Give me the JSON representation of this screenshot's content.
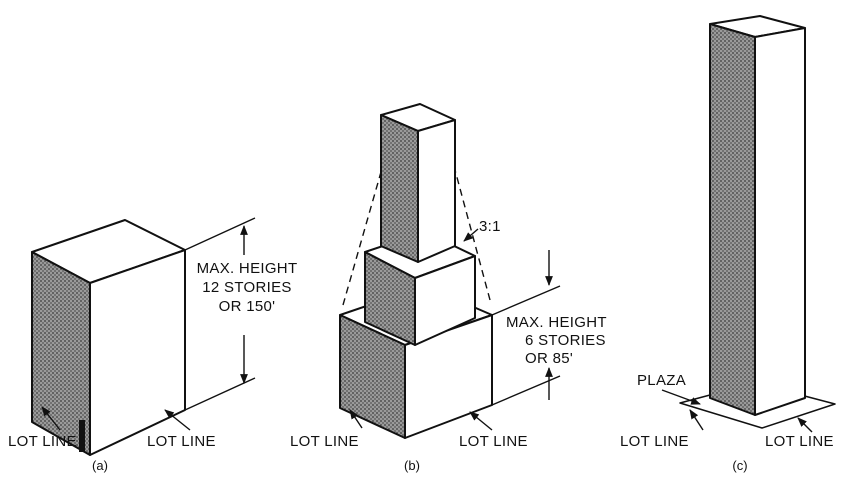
{
  "figure_a": {
    "caption": "(a)",
    "height_label": [
      "MAX. HEIGHT",
      "12 STORIES",
      "OR 150'"
    ],
    "lot_line_left": "LOT LINE",
    "lot_line_right": "LOT LINE"
  },
  "figure_b": {
    "caption": "(b)",
    "setback_ratio": "3:1",
    "height_label": [
      "MAX. HEIGHT",
      "6 STORIES",
      "OR 85'"
    ],
    "lot_line_left": "LOT  LINE",
    "lot_line_right": "LOT LINE"
  },
  "figure_c": {
    "caption": "(c)",
    "plaza_label": "PLAZA",
    "lot_line_left": "LOT  LINE",
    "lot_line_right": "LOT LINE"
  }
}
